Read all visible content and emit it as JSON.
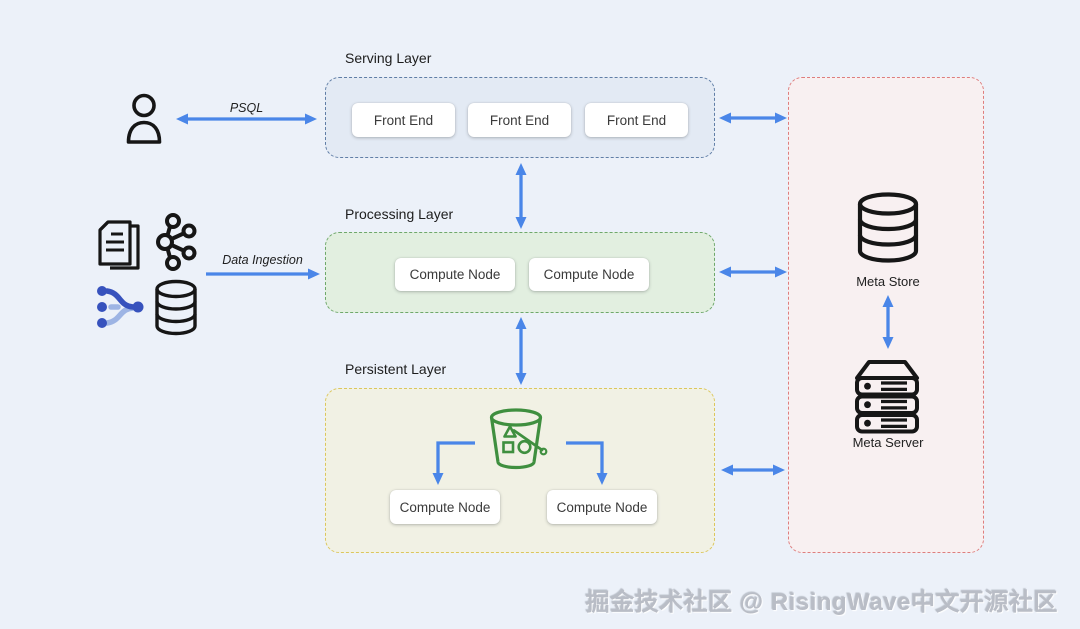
{
  "watermark": "掘金技术社区 @ RisingWave中文开源社区",
  "colors": {
    "background": "#ecf1f9",
    "arrow_blue": "#4a86e8",
    "serving_bg": "#e3eaf4",
    "serving_border": "#607ea6",
    "processing_bg": "#e2efe0",
    "processing_border": "#6fa86b",
    "persistent_bg": "#f1f1e4",
    "persistent_border": "#dcc75d",
    "meta_bg": "#f8f0f1",
    "meta_border": "#de7e7e",
    "bucket_green": "#3f8f3f",
    "icon_black": "#161616",
    "flow_blue_dark": "#3752bd",
    "flow_blue_light": "#9db4e4"
  },
  "left": {
    "psql_label": "PSQL",
    "ingestion_label": "Data Ingestion",
    "icons": [
      "user",
      "documents",
      "kafka",
      "data-flow",
      "database"
    ]
  },
  "layers": {
    "serving": {
      "title": "Serving Layer",
      "nodes": [
        "Front End",
        "Front End",
        "Front End"
      ]
    },
    "processing": {
      "title": "Processing Layer",
      "nodes": [
        "Compute Node",
        "Compute Node"
      ]
    },
    "persistent": {
      "title": "Persistent Layer",
      "storage_icon": "s3-bucket",
      "nodes": [
        "Compute Node",
        "Compute Node"
      ]
    }
  },
  "meta": {
    "store_label": "Meta Store",
    "server_label": "Meta Server"
  }
}
